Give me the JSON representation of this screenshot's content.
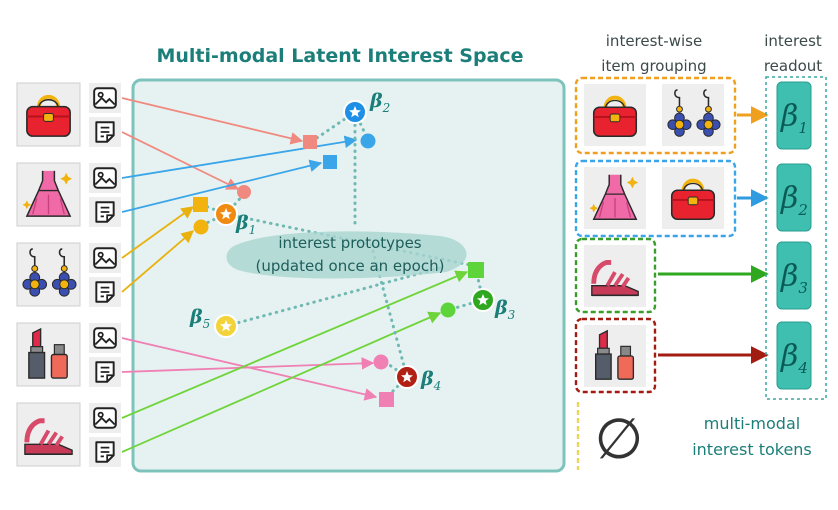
{
  "title": "Multi-modal Latent Interest Space",
  "grouping_header": [
    "interest-wise",
    "item grouping"
  ],
  "readout_header": [
    "interest",
    "readout"
  ],
  "prototypes_label": [
    "interest prototypes",
    "(updated once an epoch)"
  ],
  "tokens_label": [
    "multi-modal",
    "interest tokens"
  ],
  "beta_symbol": "β",
  "interests": [
    {
      "sub": "1",
      "color": "#f0a020"
    },
    {
      "sub": "2",
      "color": "#3aa5e8"
    },
    {
      "sub": "3",
      "color": "#3fa61f"
    },
    {
      "sub": "4",
      "color": "#b02015"
    },
    {
      "sub": "5",
      "color": "#f2d33a"
    }
  ],
  "items": [
    {
      "icon": "handbag-icon"
    },
    {
      "icon": "dress-icon"
    },
    {
      "icon": "earrings-icon"
    },
    {
      "icon": "lipstick-icon"
    },
    {
      "icon": "sandal-icon"
    }
  ],
  "groups": [
    {
      "items": [
        "handbag-icon",
        "earrings-icon"
      ],
      "border": "#f0a020",
      "arrow": "#f0a020"
    },
    {
      "items": [
        "dress-icon",
        "handbag-icon"
      ],
      "border": "#3aa5e8",
      "arrow": "#3aa5e8"
    },
    {
      "items": [
        "sandal-icon"
      ],
      "border": "#3a9e2a",
      "arrow": "#3fb41f"
    },
    {
      "items": [
        "lipstick-icon"
      ],
      "border": "#a11d12",
      "arrow": "#a11d12"
    }
  ],
  "empty_group_symbol": "∅"
}
